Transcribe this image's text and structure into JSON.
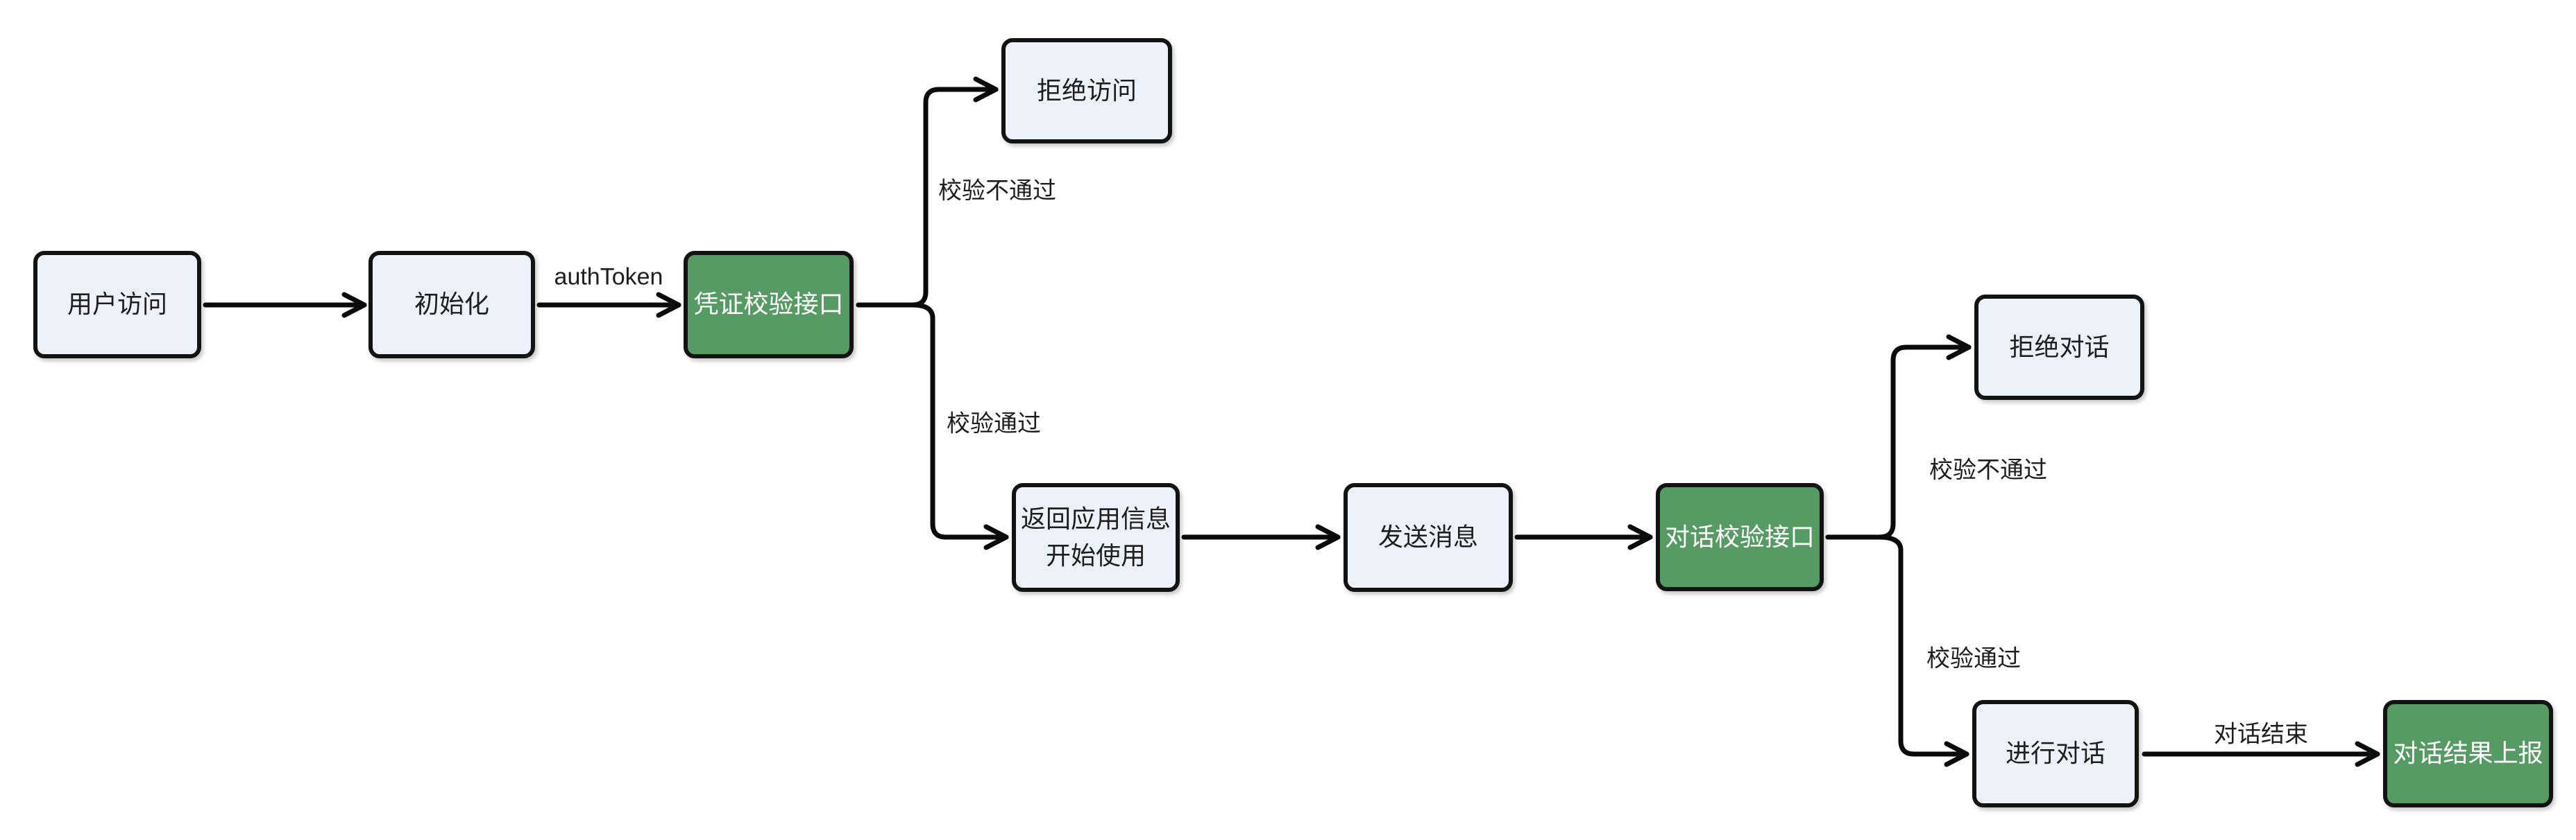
{
  "diagram": {
    "type": "flowchart",
    "background": "#ffffff",
    "colors": {
      "node_fill": "#edf1f9",
      "node_border": "#131313",
      "node_text": "#1e1e1e",
      "accent_fill": "#579b64",
      "accent_text": "#ffffff",
      "edge_stroke": "#0a0a0a",
      "edge_label_text": "#1e1e1e"
    },
    "nodes": {
      "user_access": {
        "label": "用户访问",
        "style": "default"
      },
      "init": {
        "label": "初始化",
        "style": "default"
      },
      "cred_check": {
        "label": "凭证校验接口",
        "style": "accent"
      },
      "deny_access": {
        "label": "拒绝访问",
        "style": "default"
      },
      "return_app_info": {
        "label": "返回应用信息\n开始使用",
        "style": "default"
      },
      "send_message": {
        "label": "发送消息",
        "style": "default"
      },
      "dialog_check": {
        "label": "对话校验接口",
        "style": "accent"
      },
      "deny_dialog": {
        "label": "拒绝对话",
        "style": "default"
      },
      "do_dialog": {
        "label": "进行对话",
        "style": "default"
      },
      "report_result": {
        "label": "对话结果上报",
        "style": "accent"
      }
    },
    "edge_labels": {
      "auth_token": "authToken",
      "cred_fail": "校验不通过",
      "cred_pass": "校验通过",
      "dialog_fail": "校验不通过",
      "dialog_pass": "校验通过",
      "dialog_end": "对话结束"
    }
  }
}
